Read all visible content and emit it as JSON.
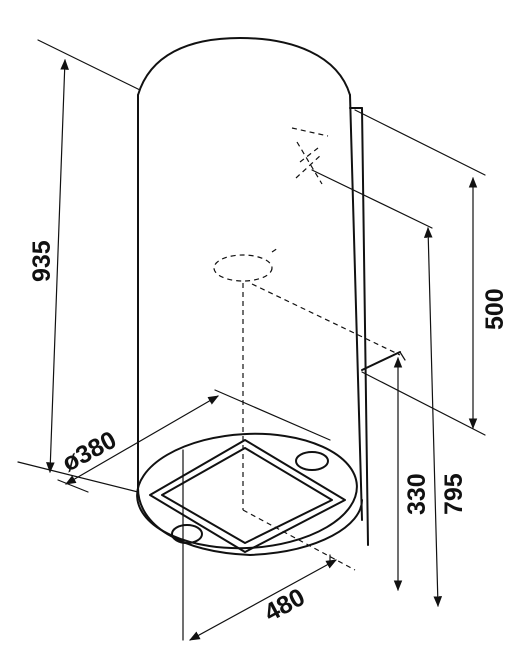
{
  "dimensions": {
    "height_total": "935",
    "diameter": "ø380",
    "width_depth": "480",
    "duct_cover": "500",
    "lower": "330",
    "mid": "795"
  },
  "colors": {
    "line": "#111111",
    "background": "#ffffff"
  }
}
